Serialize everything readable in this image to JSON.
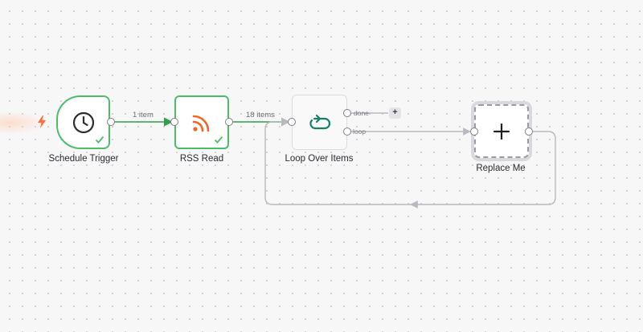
{
  "nodes": {
    "schedule_trigger": {
      "label": "Schedule Trigger",
      "icon": "clock-icon",
      "status": "success"
    },
    "rss_read": {
      "label": "RSS Read",
      "icon": "rss-icon",
      "status": "success"
    },
    "loop_over_items": {
      "label": "Loop Over Items",
      "icon": "loop-icon",
      "outputs": [
        "done",
        "loop"
      ]
    },
    "replace_me": {
      "label": "Replace Me",
      "icon": "plus-icon"
    }
  },
  "edges": {
    "trigger_to_rss": "1 item",
    "rss_to_loop": "18 items"
  },
  "add_node_symbol": "+",
  "colors": {
    "success": "#4bbd68",
    "rss": "#f26522",
    "loop": "#15806a",
    "trigger_bolt": "#ff6d3a",
    "wire": "#b8b8be"
  }
}
